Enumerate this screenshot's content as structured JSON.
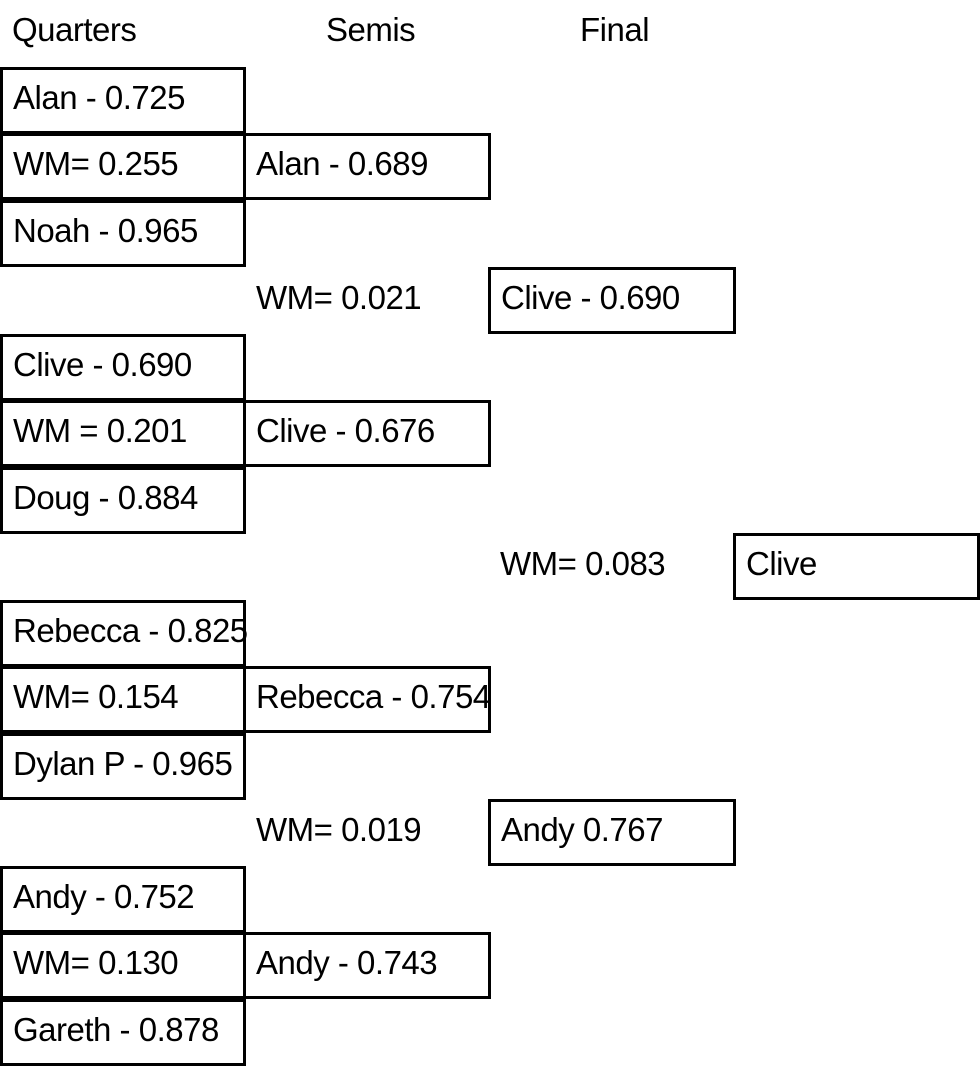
{
  "headers": {
    "quarters": "Quarters",
    "semis": "Semis",
    "final": "Final"
  },
  "quarters": {
    "qf1": {
      "top": "Alan - 0.725",
      "wm": "WM= 0.255",
      "bottom": "Noah - 0.965"
    },
    "qf2": {
      "top": "Clive - 0.690",
      "wm": "WM = 0.201",
      "bottom": "Doug - 0.884"
    },
    "qf3": {
      "top": "Rebecca - 0.825",
      "wm": "WM= 0.154",
      "bottom": "Dylan P - 0.965"
    },
    "qf4": {
      "top": "Andy - 0.752",
      "wm": "WM= 0.130",
      "bottom": "Gareth - 0.878"
    }
  },
  "semis": {
    "sf1": {
      "winner": "Alan - 0.689"
    },
    "sf2": {
      "winner": "Clive - 0.676"
    },
    "sf3": {
      "winner": "Rebecca - 0.754"
    },
    "sf4": {
      "winner": "Andy - 0.743"
    },
    "wm_top": "WM= 0.021",
    "wm_bottom": "WM= 0.019"
  },
  "final": {
    "top": "Clive - 0.690",
    "bottom": "Andy 0.767",
    "wm": "WM= 0.083"
  },
  "champion": "Clive"
}
